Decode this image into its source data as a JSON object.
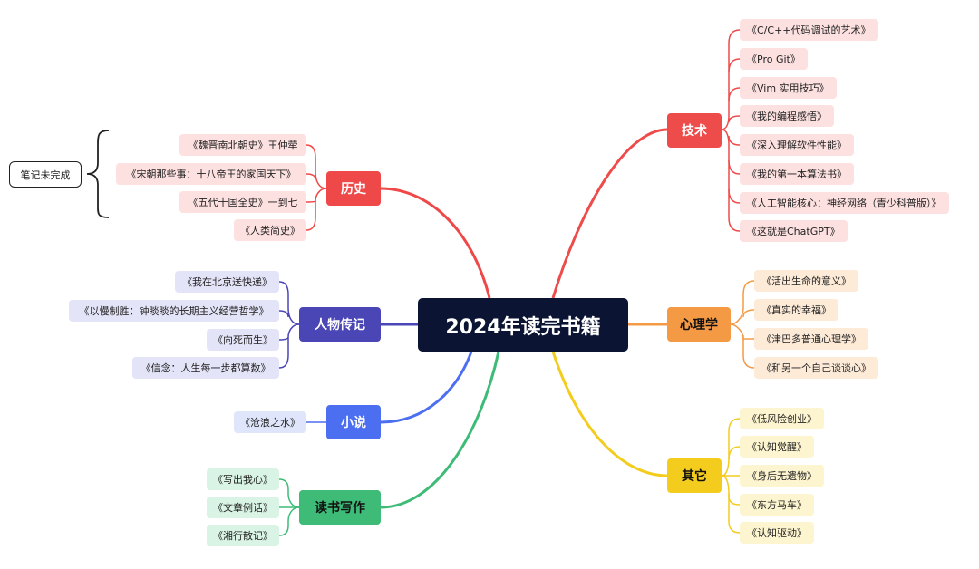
{
  "root": {
    "label": "2024年读完书籍"
  },
  "colors": {
    "tech": "#ee4b4b",
    "psychology": "#f49a45",
    "other": "#f3cc1e",
    "history": "#ef4848",
    "biography": "#4a46b5",
    "novel": "#4b6ff0",
    "writing": "#3dbb77"
  },
  "categories": {
    "tech": {
      "label": "技术",
      "books": [
        "《C/C++代码调试的艺术》",
        "《Pro Git》",
        "《Vim 实用技巧》",
        "《我的编程感悟》",
        "《深入理解软件性能》",
        "《我的第一本算法书》",
        "《人工智能核心：神经网络（青少科普版）》",
        "《这就是ChatGPT》"
      ]
    },
    "psychology": {
      "label": "心理学",
      "books": [
        "《活出生命的意义》",
        "《真实的幸福》",
        "《津巴多普通心理学》",
        "《和另一个自己谈谈心》"
      ]
    },
    "other": {
      "label": "其它",
      "books": [
        "《低风险创业》",
        "《认知觉醒》",
        "《身后无遗物》",
        "《东方马车》",
        "《认知驱动》"
      ]
    },
    "history": {
      "label": "历史",
      "books": [
        "《魏晋南北朝史》王仲荦",
        "《宋朝那些事：十八帝王的家国天下》",
        "《五代十国全史》一到七",
        "《人类简史》"
      ]
    },
    "biography": {
      "label": "人物传记",
      "books": [
        "《我在北京送快递》",
        "《以慢制胜：钟睒睒的长期主义经营哲学》",
        "《向死而生》",
        "《信念：人生每一步都算数》"
      ]
    },
    "novel": {
      "label": "小说",
      "books": [
        "《沧浪之水》"
      ]
    },
    "writing": {
      "label": "读书写作",
      "books": [
        "《写出我心》",
        "《文章例话》",
        "《湘行散记》"
      ]
    }
  },
  "note": {
    "label": "笔记未完成"
  }
}
